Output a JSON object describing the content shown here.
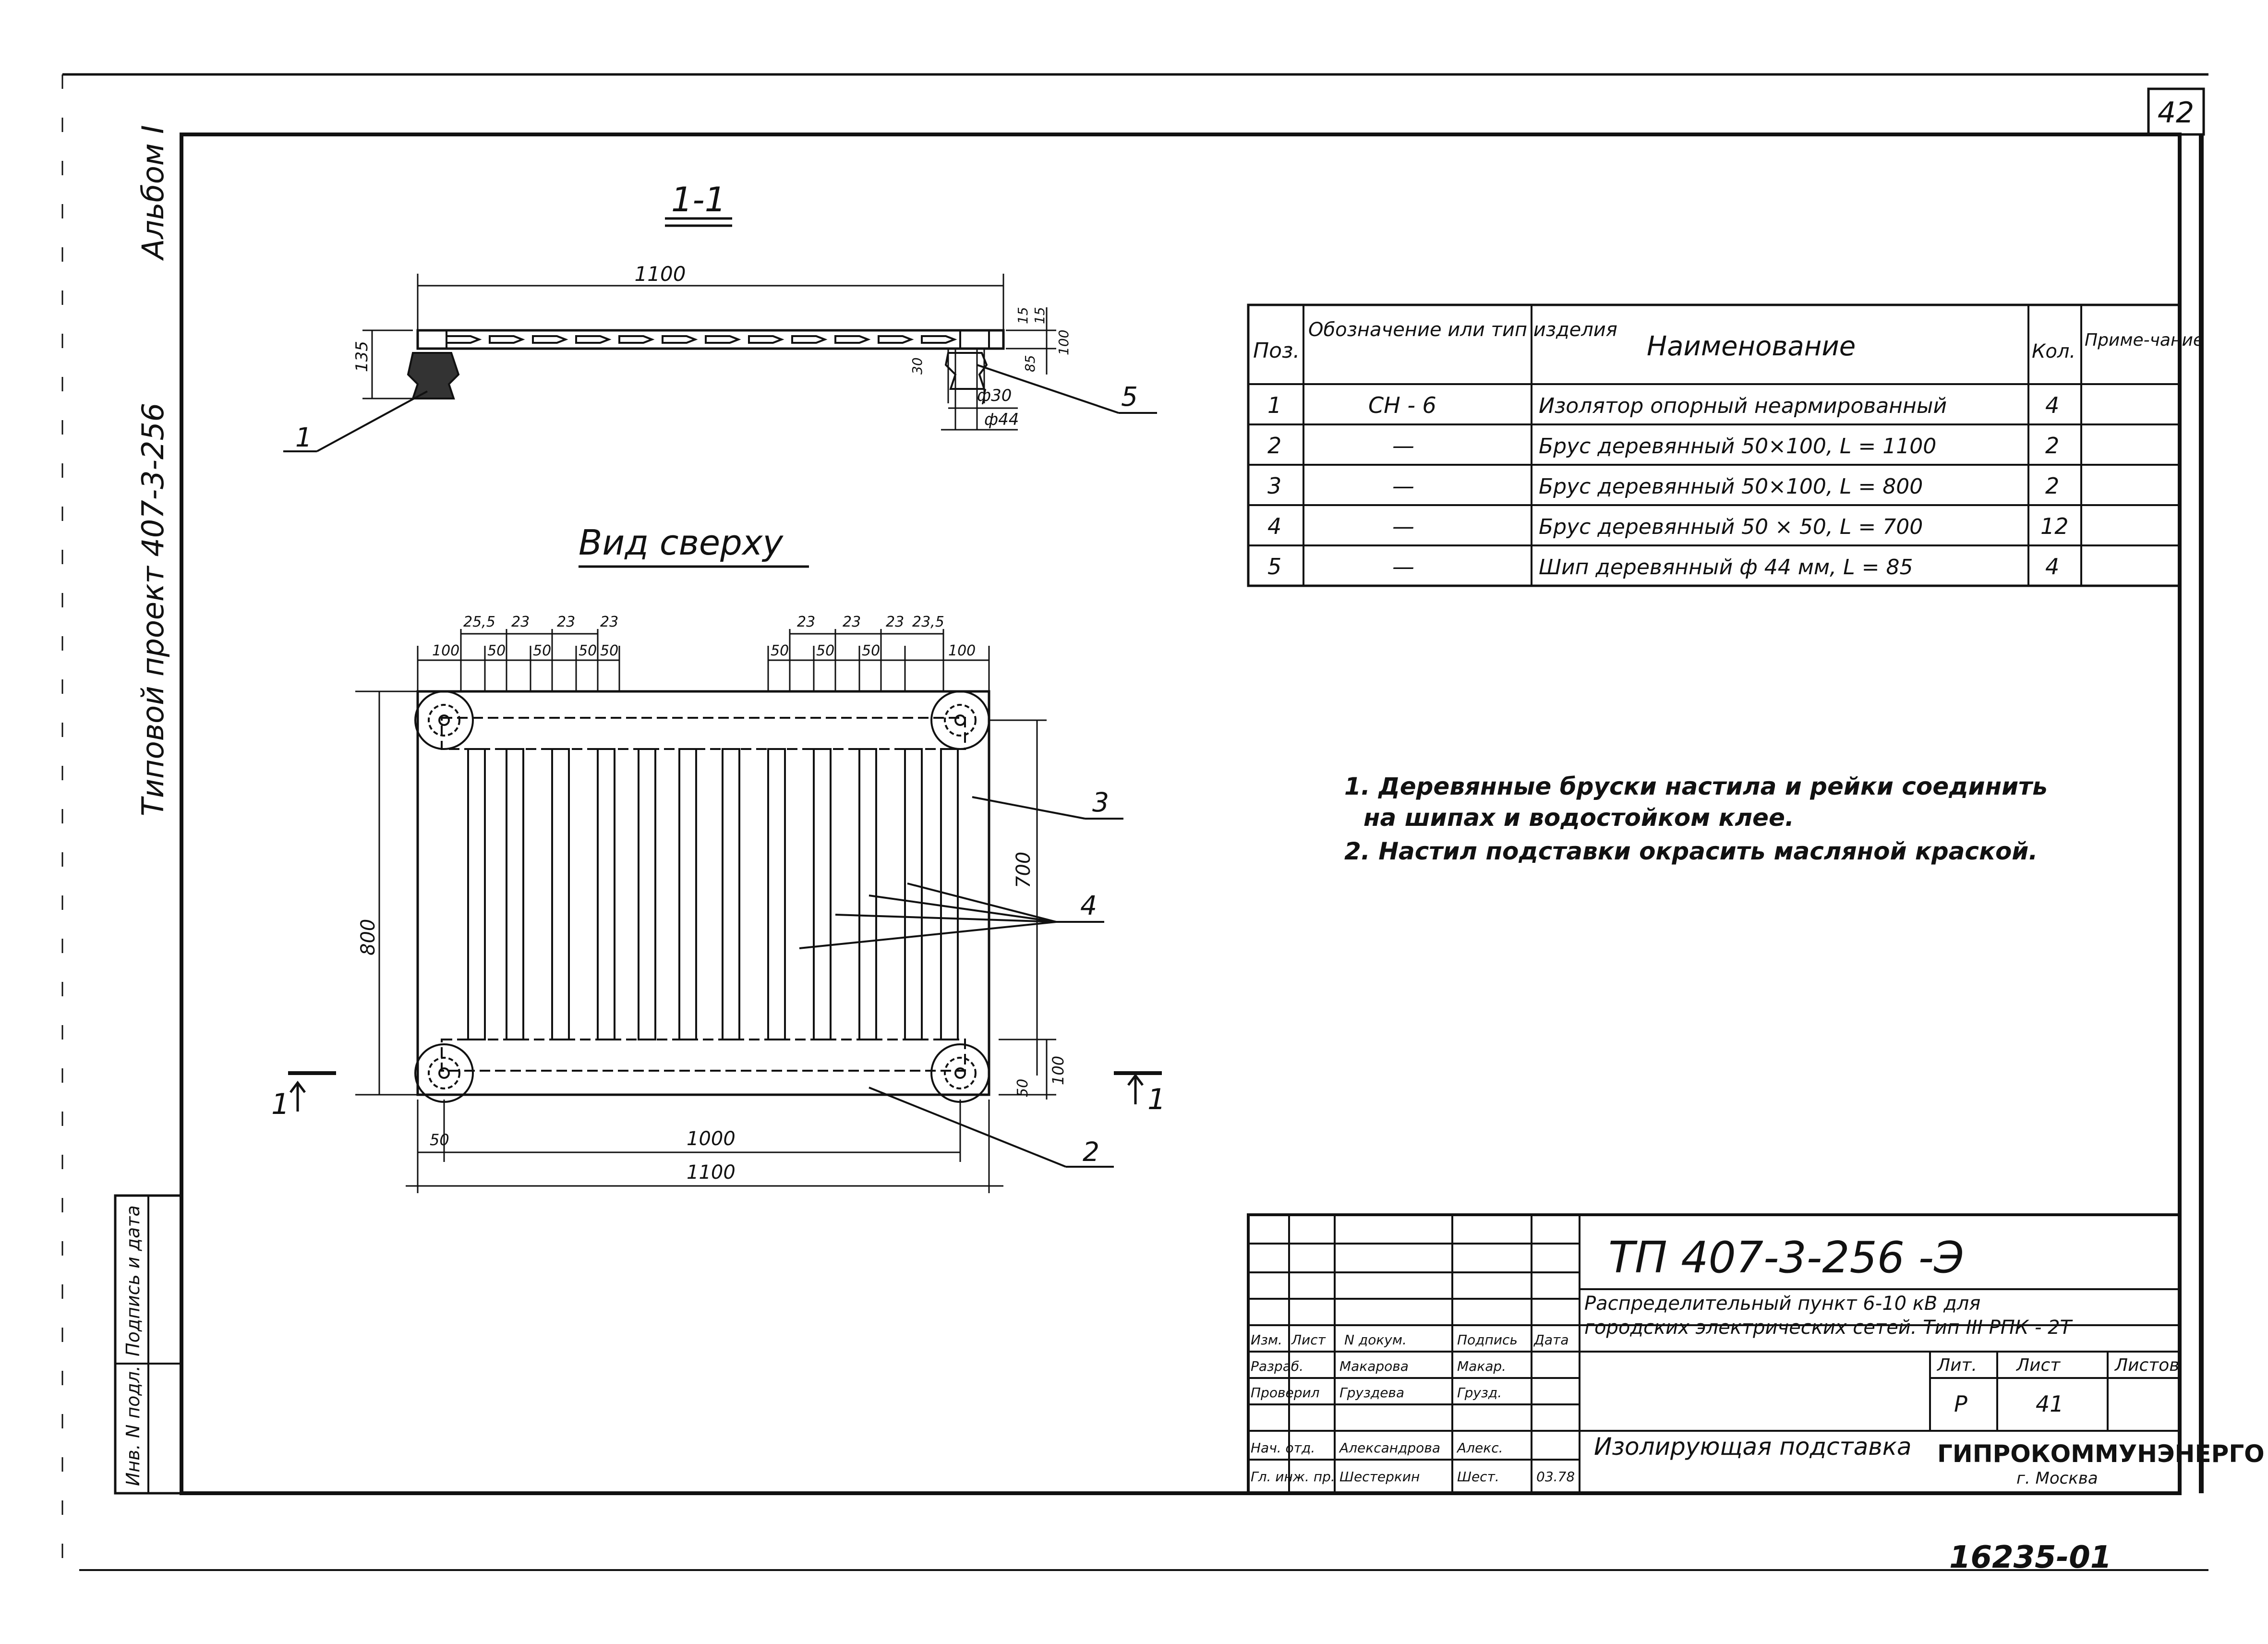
{
  "sheet_corner_number": "42",
  "side_labels": {
    "album": "Альбом I",
    "project": "Типовой проект 407-3-256"
  },
  "section_view": {
    "title": "1-1",
    "dim_length": "1100",
    "dim_height": "135",
    "dim_15a": "15",
    "dim_15b": "15",
    "dim_100": "100",
    "dim_85": "85",
    "dim_30": "30",
    "dim_d30": "ф30",
    "dim_d44": "ф44",
    "callout_1": "1",
    "callout_5": "5"
  },
  "top_view": {
    "title": "Вид сверху",
    "top_dims_left": [
      "100",
      "25,5",
      "50",
      "23",
      "50",
      "23",
      "50",
      "23",
      "50"
    ],
    "top_dims_right": [
      "23",
      "50",
      "23",
      "50",
      "23",
      "50",
      "23,5",
      "100"
    ],
    "dim_overall_height": "800",
    "dim_700": "700",
    "dim_100_right": "100",
    "dim_50_right": "50",
    "dim_50_bottom": "50",
    "dim_1000": "1000",
    "dim_1100": "1100",
    "section_mark_left": "1",
    "section_mark_right": "1",
    "callout_2": "2",
    "callout_3": "3",
    "callout_4": "4"
  },
  "spec_table": {
    "headers": [
      "Поз.",
      "Обозначение или тип изделия",
      "Наименование",
      "Кол.",
      "Приме-чание"
    ],
    "rows": [
      {
        "pos": "1",
        "code": "СН - 6",
        "name": "Изолятор опорный неармированный",
        "qty": "4",
        "note": ""
      },
      {
        "pos": "2",
        "code": "—",
        "name": "Брус деревянный 50×100, L = 1100",
        "qty": "2",
        "note": ""
      },
      {
        "pos": "3",
        "code": "—",
        "name": "Брус деревянный 50×100, L = 800",
        "qty": "2",
        "note": ""
      },
      {
        "pos": "4",
        "code": "—",
        "name": "Брус деревянный 50 × 50, L = 700",
        "qty": "12",
        "note": ""
      },
      {
        "pos": "5",
        "code": "—",
        "name": "Шип деревянный ф 44 мм, L = 85",
        "qty": "4",
        "note": ""
      }
    ]
  },
  "notes": [
    "1. Деревянные бруски настила и рейки соединить",
    "на шипах и водостойком клее.",
    "2. Настил подставки окрасить масляной краской."
  ],
  "title_block": {
    "doc_code": "ТП 407-3-256 -Э",
    "project_title_1": "Распределительный пункт 6-10 кВ для",
    "project_title_2": "городских электрических сетей. Тип III РПК - 2Т",
    "sheet_title": "Изолирующая подставка",
    "col_headers": [
      "Изм.",
      "Лист",
      "N докум.",
      "Подпись",
      "Дата"
    ],
    "roles": [
      {
        "role": "Разраб.",
        "name": "Макарова",
        "sign": "Макар."
      },
      {
        "role": "Проверил",
        "name": "Груздева",
        "sign": "Грузд."
      },
      {
        "role": "Нач. отд.",
        "name": "Александрова",
        "sign": "Алекс."
      },
      {
        "role": "Гл. инж. пр.",
        "name": "Шестеркин",
        "sign": "Шест."
      }
    ],
    "date": "03.78",
    "lit_label": "Лит.",
    "list_label": "Лист",
    "lists_label": "Листов",
    "lit_value": "Р",
    "list_value": "41",
    "org": "ГИПРОКОММУНЭНЕРГО",
    "city": "г. Москва"
  },
  "left_stamp": {
    "inv": "Инв. N подл.",
    "sign": "Подпись и дата"
  },
  "bottom_number": "16235-01"
}
